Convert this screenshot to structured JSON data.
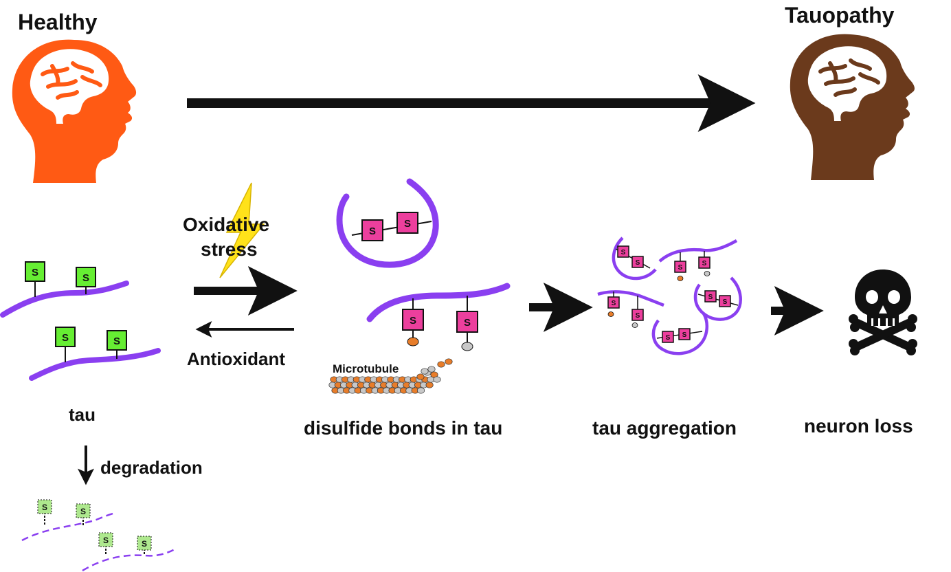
{
  "labels": {
    "healthy": "Healthy",
    "tauopathy": "Tauopathy",
    "oxidative_stress_line1": "Oxidative",
    "oxidative_stress_line2": "stress",
    "antioxidant": "Antioxidant",
    "tau": "tau",
    "degradation": "degradation",
    "microtubule": "Microtubule",
    "disulfide_bonds": "disulfide bonds in tau",
    "tau_aggregation": "tau aggregation",
    "neuron_loss": "neuron loss"
  },
  "sulfur_symbol": "S",
  "colors": {
    "healthy_head": "#ff5a14",
    "tauopathy_head": "#6b3a1c",
    "tau_strand": "#8a3ff0",
    "free_thiol": "#66ee33",
    "disulfide": "#ec3f9d",
    "lightning": "#ffe21a",
    "bead_orange": "#e87d2a",
    "bead_gray": "#c8c8c8",
    "arrow": "#111111"
  },
  "icons": {
    "healthy_head": "head-with-brain-icon",
    "tauopathy_head": "head-with-brain-icon",
    "lightning": "lightning-bolt-icon",
    "neuron_loss": "skull-and-crossbones-icon"
  }
}
